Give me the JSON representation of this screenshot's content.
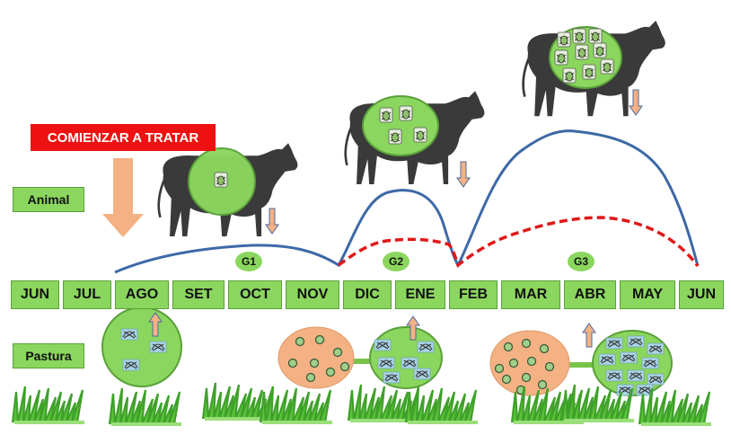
{
  "months": [
    "JUN",
    "JUL",
    "AGO",
    "SET",
    "OCT",
    "NOV",
    "DIC",
    "ENE",
    "FEB",
    "MAR",
    "ABR",
    "MAY",
    "JUN"
  ],
  "generations": [
    "G1",
    "G2",
    "G3"
  ],
  "labels": {
    "start": "COMIENZAR A TRATAR",
    "animal": "Animal",
    "pasture": "Pastura"
  },
  "colors": {
    "animal_curve": "#3d69a6",
    "pasture_curve": "#e01818",
    "month_box": "#8bd65e",
    "start_box": "#ee1111",
    "arrow": "#f4b183"
  },
  "icons": [
    "cow-icon",
    "tick-icon",
    "larva-icon",
    "grass-icon",
    "up-arrow-icon",
    "down-arrow-icon"
  ]
}
